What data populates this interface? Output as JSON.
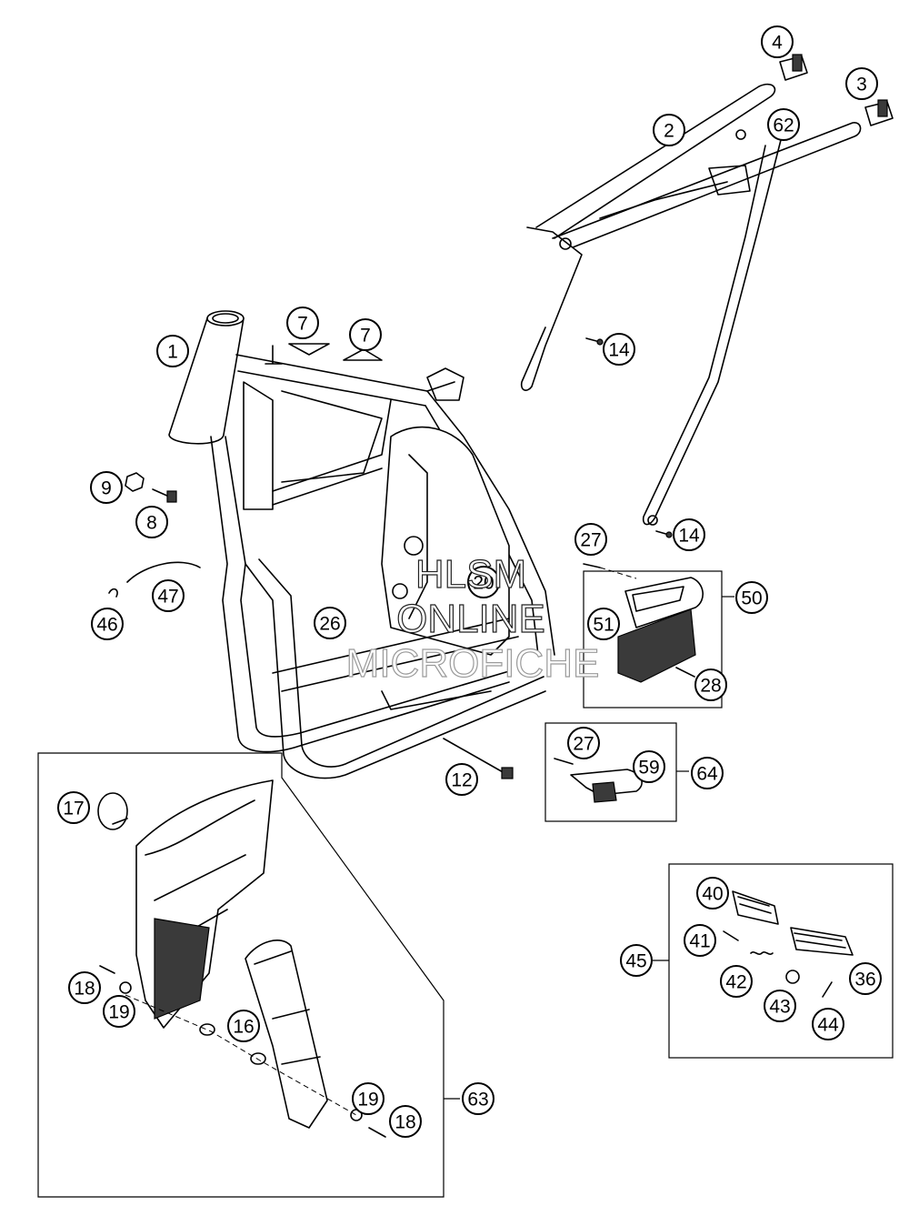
{
  "diagram": {
    "callouts": [
      {
        "id": "c1",
        "label": "1"
      },
      {
        "id": "c2",
        "label": "2"
      },
      {
        "id": "c3",
        "label": "3"
      },
      {
        "id": "c4",
        "label": "4"
      },
      {
        "id": "c7a",
        "label": "7"
      },
      {
        "id": "c7b",
        "label": "7"
      },
      {
        "id": "c62",
        "label": "62"
      },
      {
        "id": "c14a",
        "label": "14"
      },
      {
        "id": "c14b",
        "label": "14"
      },
      {
        "id": "c9",
        "label": "9"
      },
      {
        "id": "c8",
        "label": "8"
      },
      {
        "id": "c47",
        "label": "47"
      },
      {
        "id": "c46",
        "label": "46"
      },
      {
        "id": "c20",
        "label": "20"
      },
      {
        "id": "c26",
        "label": "26"
      },
      {
        "id": "c27a",
        "label": "27"
      },
      {
        "id": "c50",
        "label": "50"
      },
      {
        "id": "c51",
        "label": "51"
      },
      {
        "id": "c28",
        "label": "28"
      },
      {
        "id": "c27b",
        "label": "27"
      },
      {
        "id": "c59",
        "label": "59"
      },
      {
        "id": "c64",
        "label": "64"
      },
      {
        "id": "c12",
        "label": "12"
      },
      {
        "id": "c17",
        "label": "17"
      },
      {
        "id": "c40",
        "label": "40"
      },
      {
        "id": "c41",
        "label": "41"
      },
      {
        "id": "c45",
        "label": "45"
      },
      {
        "id": "c42",
        "label": "42"
      },
      {
        "id": "c36",
        "label": "36"
      },
      {
        "id": "c43",
        "label": "43"
      },
      {
        "id": "c44",
        "label": "44"
      },
      {
        "id": "c18a",
        "label": "18"
      },
      {
        "id": "c19a",
        "label": "19"
      },
      {
        "id": "c16",
        "label": "16"
      },
      {
        "id": "c19b",
        "label": "19"
      },
      {
        "id": "c18b",
        "label": "18"
      },
      {
        "id": "c63",
        "label": "63"
      }
    ],
    "watermark": {
      "line1": "HLSM",
      "line2": "ONLINE",
      "line3": "MICROFICHE"
    }
  }
}
